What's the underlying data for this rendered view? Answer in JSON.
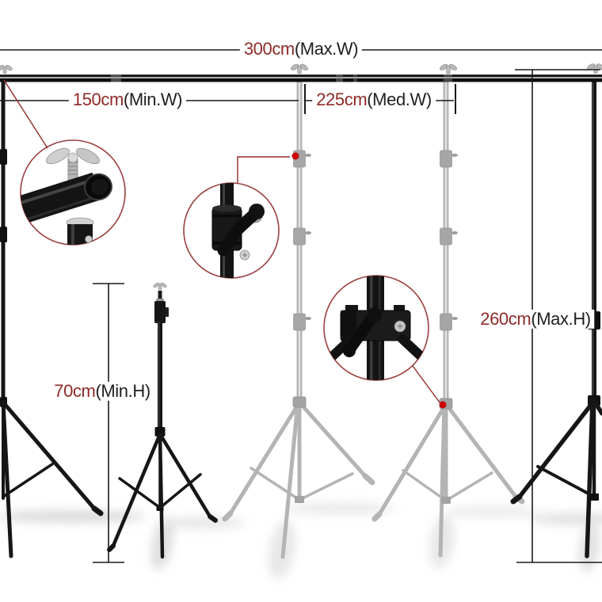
{
  "figure": {
    "kind": "backdrop-stand-dimension-diagram"
  },
  "dimensions": {
    "max_width": {
      "value": "300cm",
      "qualifier": "(Max.W)"
    },
    "min_width": {
      "value": "150cm",
      "qualifier": "(Min.W)"
    },
    "med_width": {
      "value": "225cm",
      "qualifier": "(Med.W)"
    },
    "max_height": {
      "value": "260cm",
      "qualifier": "(Max.H)"
    },
    "min_height": {
      "value": "70cm",
      "qualifier": "(Min.H)"
    }
  },
  "callouts": [
    {
      "id": "crossbar-wing-screw"
    },
    {
      "id": "pole-lock-knob"
    },
    {
      "id": "leg-hub-lock-knob"
    }
  ],
  "colors": {
    "background": "#ffffff",
    "dimension_value": "#8e2a27",
    "dimension_qualifier": "#1f1f1f",
    "dimension_line": "#1a1a1a",
    "callout_border": "#9c4040",
    "leader_line": "#8f2b28",
    "target_dot": "#cc0000",
    "stand_black": "#161616",
    "stand_ghost": "#b4b4b4"
  }
}
